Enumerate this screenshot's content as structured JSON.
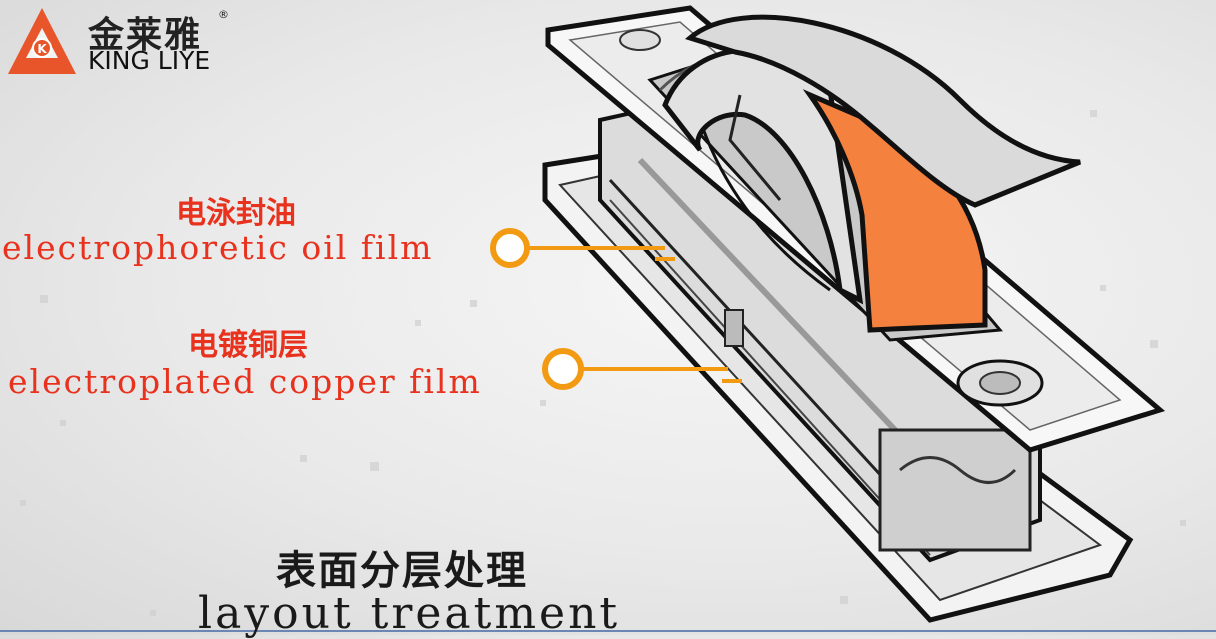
{
  "brand": {
    "name_cn": "金莱雅",
    "name_en": "KING LIYE",
    "registered_mark": "®",
    "emblem_letter": "K",
    "color": "#e8552a"
  },
  "labels": [
    {
      "cn": "电泳封油",
      "en": "electrophoretic  oil  film"
    },
    {
      "cn": "电镀铜层",
      "en": "electroplated  copper  film"
    }
  ],
  "title": {
    "cn": "表面分层处理",
    "en": "layout  treatment"
  },
  "colors": {
    "label_text": "#e8321e",
    "callout": "#f29a12",
    "layer_orange": "#f5813f",
    "layer_gray": "#d9d9d9"
  }
}
